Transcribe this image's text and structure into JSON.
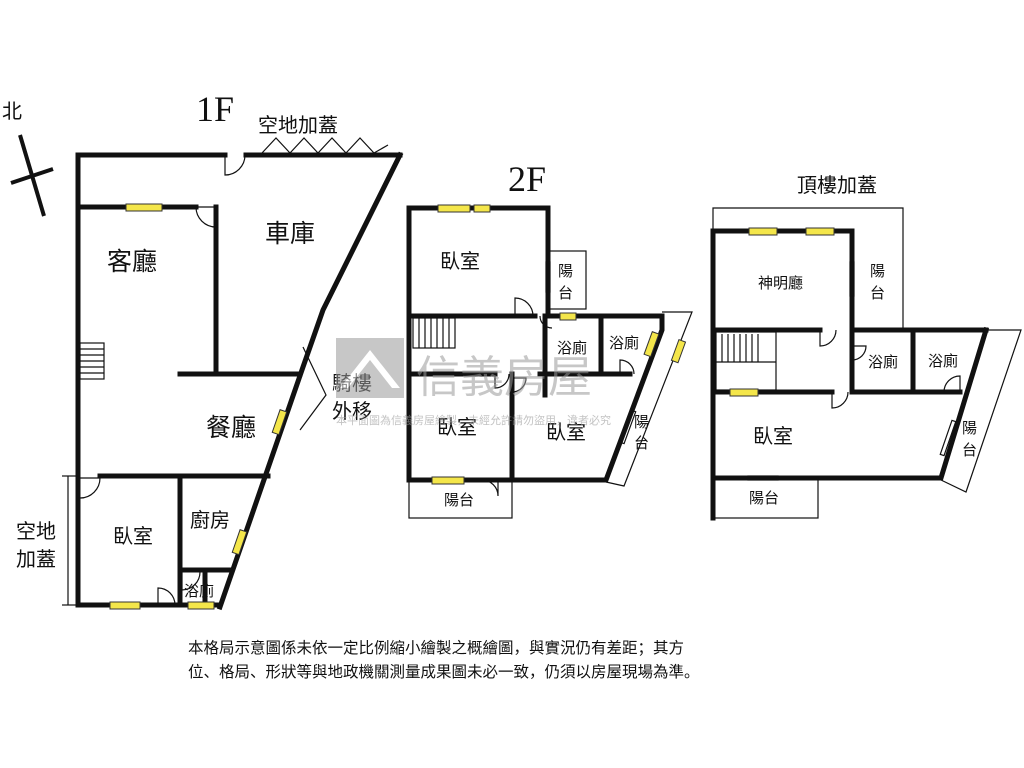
{
  "compass": {
    "north_label": "北"
  },
  "floor_1": {
    "title": "1F",
    "annex_top": "空地加蓋",
    "garage": "車庫",
    "living_room": "客廳",
    "dining_room": "餐廳",
    "arcade_line1": "騎樓",
    "arcade_line2": "外移",
    "annex_side_line1": "空地",
    "annex_side_line2": "加蓋",
    "bedroom": "臥室",
    "kitchen": "廚房",
    "bathroom": "浴廁"
  },
  "floor_2": {
    "title": "2F",
    "bedroom_top": "臥室",
    "balcony_right_1": "陽",
    "balcony_right_2": "台",
    "bath_left": "浴廁",
    "bath_right": "浴廁",
    "bedroom_left": "臥室",
    "bedroom_right": "臥室",
    "balcony_bottom": "陽台",
    "balcony_diag_1": "陽",
    "balcony_diag_2": "台"
  },
  "roof": {
    "title": "頂樓加蓋",
    "shrine_hall": "神明廳",
    "balcony_right_1": "陽",
    "balcony_right_2": "台",
    "bath_left": "浴廁",
    "bath_right": "浴廁",
    "bedroom": "臥室",
    "balcony_bottom": "陽台",
    "balcony_diag_1": "陽",
    "balcony_diag_2": "台"
  },
  "watermark": {
    "brand": "信義房屋",
    "notice": "本平面圖為信義房屋繪製，未經允許請勿盜用，違者必究"
  },
  "disclaimer": {
    "line1": "本格局示意圖係未依一定比例縮小繪製之概繪圖，與實況仍有差距；其方",
    "line2": "位、格局、形狀等與地政機關測量成果圖未必一致，仍須以房屋現場為準。"
  }
}
